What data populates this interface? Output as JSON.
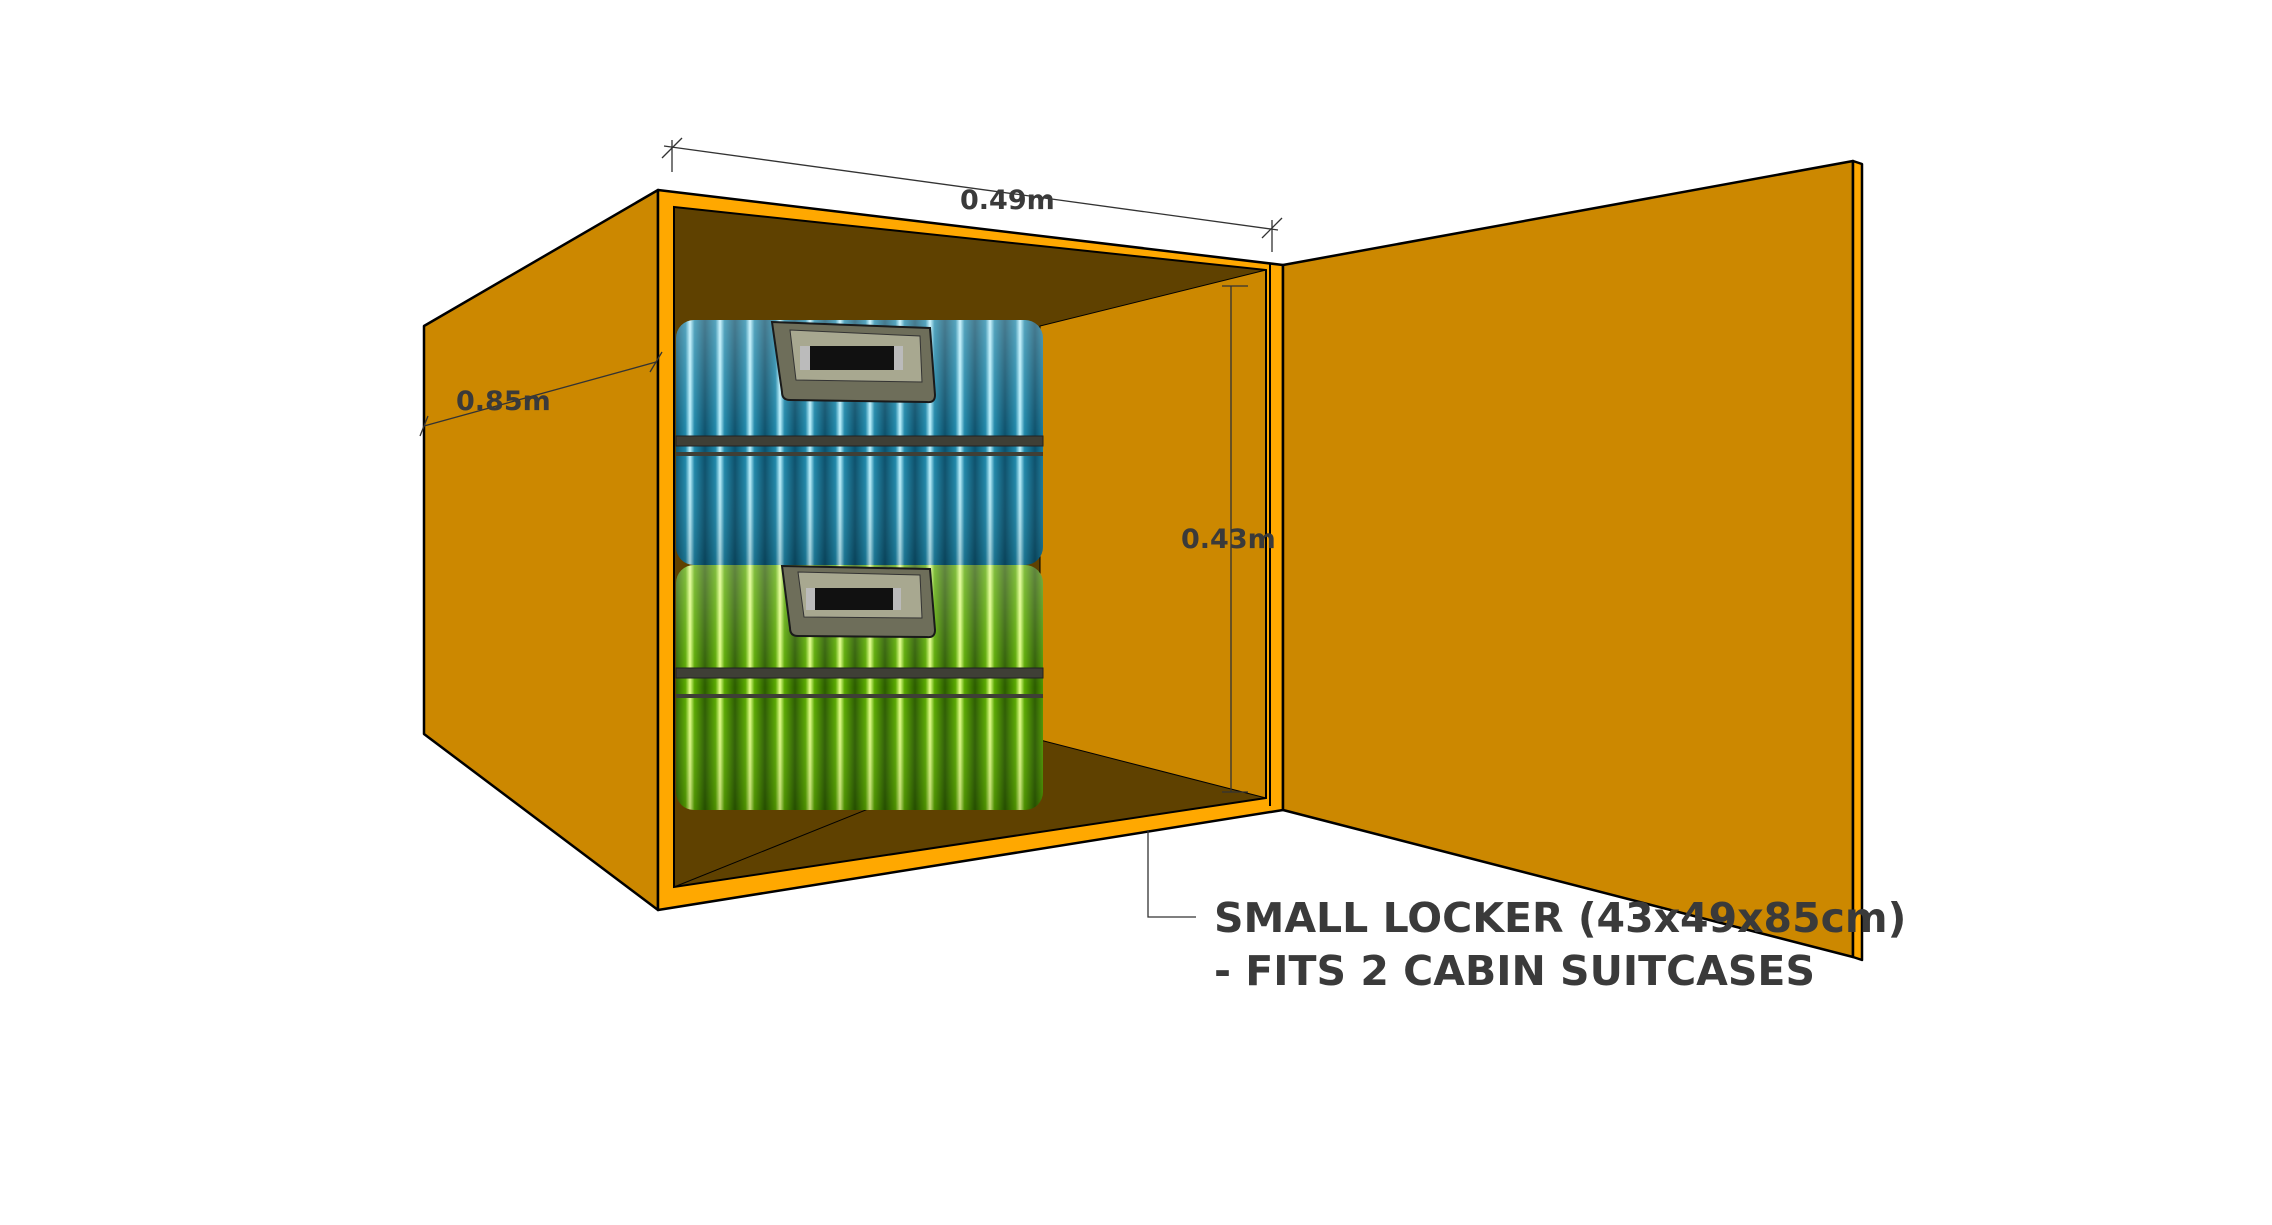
{
  "dimensions": {
    "width": "0.49m",
    "depth": "0.85m",
    "height": "0.43m"
  },
  "callout": {
    "line1": "SMALL LOCKER (43x49x85cm)",
    "line2": "- FITS 2 CABIN SUITCASES"
  },
  "colors": {
    "locker_body": "#cc8800",
    "locker_trim": "#ffa800",
    "locker_interior": "#5f4100",
    "suitcase_top": "#1e8fb0",
    "suitcase_bottom": "#5cb800",
    "handle": "#6e6e5a"
  }
}
